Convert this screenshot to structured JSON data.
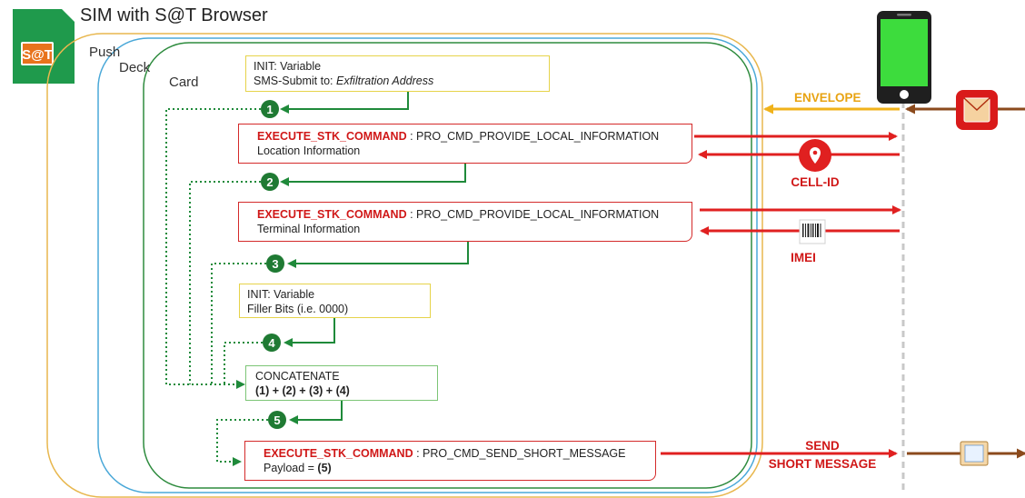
{
  "title": "SIM with S@T Browser",
  "logo_text": "S@T",
  "levels": {
    "push": "Push",
    "deck": "Deck",
    "card": "Card"
  },
  "box_init1": {
    "line1": "INIT: Variable",
    "line2_prefix": "SMS-Submit to: ",
    "line2_value": "Exfiltration Address"
  },
  "cmd1": {
    "keyword": "EXECUTE_STK_COMMAND",
    "sep": " : ",
    "name": "PRO_CMD_PROVIDE_LOCAL_INFORMATION",
    "detail": "Location Information"
  },
  "cmd2": {
    "keyword": "EXECUTE_STK_COMMAND",
    "sep": " : ",
    "name": "PRO_CMD_PROVIDE_LOCAL_INFORMATION",
    "detail": "Terminal Information"
  },
  "box_init2": {
    "line1": "INIT: Variable",
    "line2": "Filler Bits (i.e. 0000)"
  },
  "concat": {
    "line1": "CONCATENATE",
    "line2": "(1) + (2) + (3) + (4)"
  },
  "cmd3": {
    "keyword": "EXECUTE_STK_COMMAND",
    "sep": " : ",
    "name": "PRO_CMD_SEND_SHORT_MESSAGE",
    "detail_prefix": "Payload = ",
    "detail_value": "(5)"
  },
  "steps": [
    "1",
    "2",
    "3",
    "4",
    "5"
  ],
  "labels": {
    "envelope": "ENVELOPE",
    "cell_id": "CELL-ID",
    "imei": "IMEI",
    "send_line1": "SEND",
    "send_line2": "SHORT MESSAGE"
  },
  "colors": {
    "red": "#d42a2a",
    "green": "#1f7a33",
    "orange": "#e8a312",
    "brown": "#8b4a1c",
    "phone_screen": "#3ddc3d",
    "logo_bg": "#1f9a4c"
  }
}
